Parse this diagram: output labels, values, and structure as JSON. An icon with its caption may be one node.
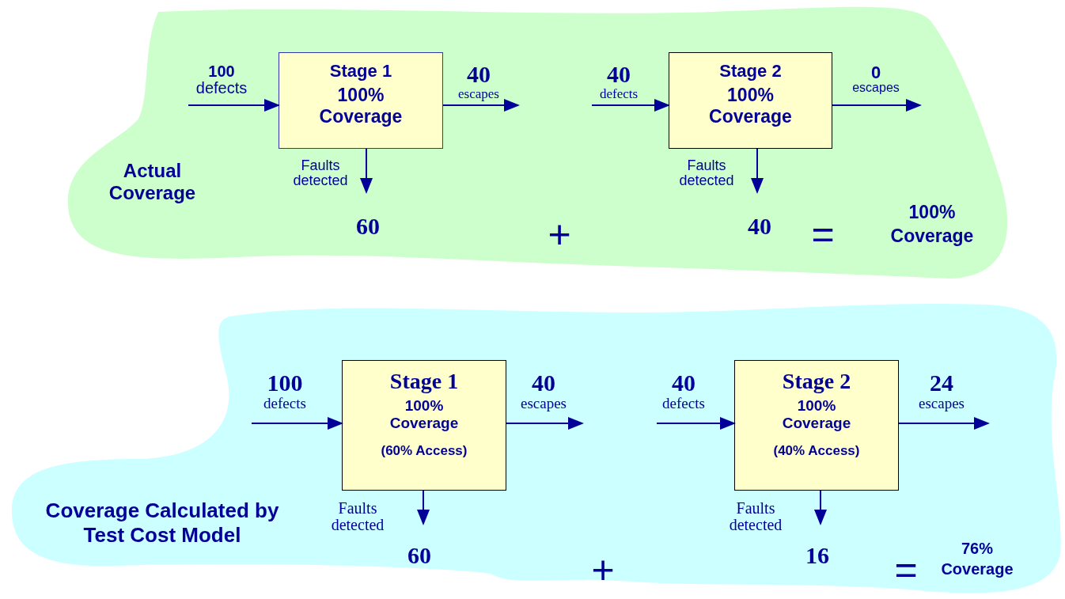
{
  "diagram": {
    "nodes": [
      {
        "text": [
          "Actual Coverage"
        ]
      },
      {
        "text": [
          "Stage 1",
          "100% Coverage"
        ],
        "in": 0
      },
      {
        "text": [
          "Stage 2",
          "100% Coverage"
        ],
        "in": 0
      },
      {
        "text": [
          "Coverage Calculated by Test Cost Model"
        ]
      },
      {
        "text": [
          "Stage 1",
          "100% Coverage",
          "(60% Access)"
        ],
        "in": 3
      },
      {
        "text": [
          "Stage 2",
          "100% Coverage",
          "(40% Access)"
        ],
        "in": 3
      }
    ],
    "edges": [
      {
        "from": null,
        "to": 1,
        "arrow": "to",
        "label": "**100** defects"
      },
      {
        "from": 1,
        "to": null,
        "arrow": "to",
        "label": "**40** escapes"
      },
      {
        "from": 1,
        "to": null,
        "arrow": "to",
        "label": "Faults detected"
      },
      {
        "from": null,
        "to": 2,
        "arrow": "to",
        "label": "**40** defects"
      },
      {
        "from": 2,
        "to": null,
        "arrow": "to",
        "label": "**0** escapes"
      },
      {
        "from": 2,
        "to": null,
        "arrow": "to",
        "label": "Faults detected"
      },
      {
        "from": null,
        "to": 4,
        "arrow": "to",
        "label": "**100** defects"
      },
      {
        "from": 4,
        "to": null,
        "arrow": "to",
        "label": "**40** escapes"
      },
      {
        "from": 4,
        "to": null,
        "arrow": "to",
        "label": "Faults detected"
      },
      {
        "from": null,
        "to": 5,
        "arrow": "to",
        "label": "**40** defects"
      },
      {
        "from": 5,
        "to": null,
        "arrow": "to",
        "label": "**24** escapes"
      },
      {
        "from": 5,
        "to": null,
        "arrow": "to",
        "label": "Faults detected"
      }
    ],
    "labels": [
      "60",
      "+",
      "40",
      "=",
      "100% Coverage",
      "60",
      "+",
      "16",
      "=",
      "76% Coverage"
    ]
  }
}
